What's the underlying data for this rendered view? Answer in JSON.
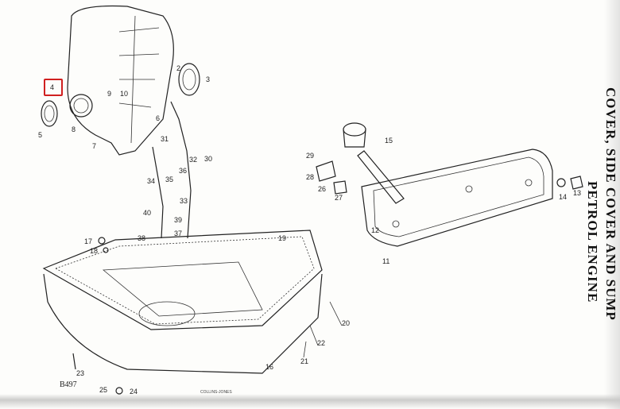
{
  "title_line1": "COVER, SIDE COVER AND SUMP",
  "title_line2": "PETROL ENGINE",
  "plate_number": "B497",
  "artist_signature": "COLLINS-JONES",
  "highlighted_part": "4",
  "part_labels": [
    "2",
    "3",
    "4",
    "5",
    "6",
    "7",
    "8",
    "9",
    "10",
    "11",
    "12",
    "13",
    "14",
    "15",
    "16",
    "17",
    "18",
    "19",
    "20",
    "21",
    "22",
    "23",
    "24",
    "25",
    "26",
    "27",
    "28",
    "29",
    "30",
    "31",
    "32",
    "33",
    "34",
    "35",
    "36",
    "37",
    "38",
    "39",
    "40"
  ]
}
